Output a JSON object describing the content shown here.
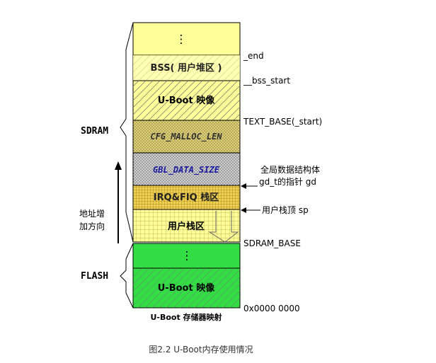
{
  "segments": {
    "top_dots": "⋮",
    "bss": "BSS( 用户堆区 )",
    "uboot_sdram": "U-Boot 映像",
    "malloc": "CFG_MALLOC_LEN",
    "gbl": "GBL_DATA_SIZE",
    "irq": "IRQ&FIQ 栈区",
    "user_stack": "用户栈区",
    "flash_dots": "⋮",
    "uboot_flash": "U-Boot 映像"
  },
  "addresses": {
    "end": "_end",
    "bss_start": "__bss_start",
    "text_base": "TEXT_BASE(_start)",
    "gd_line1": "全局数据结构体",
    "gd_line2": "gd_t的指针 gd",
    "sp": "用户栈顶 sp",
    "sdram_base": "SDRAM_BASE",
    "zero": "0x0000 0000"
  },
  "regions": {
    "sdram": "SDRAM",
    "flash": "FLASH"
  },
  "growth": {
    "line1": "地址增",
    "line2": "加方向"
  },
  "map_title": "U-Boot 存储器映射",
  "caption": "图2.2 U-Boot内存使用情况",
  "colors": {
    "sdram_fill": "#ffff99",
    "malloc_fill": "#ddd07a",
    "gbl_fill": "#c8c8c8",
    "irq_fill": "#f0d050",
    "flash_fill": "#33dd44",
    "text_blue": "#1a1aa0",
    "text_dark": "#333333"
  }
}
